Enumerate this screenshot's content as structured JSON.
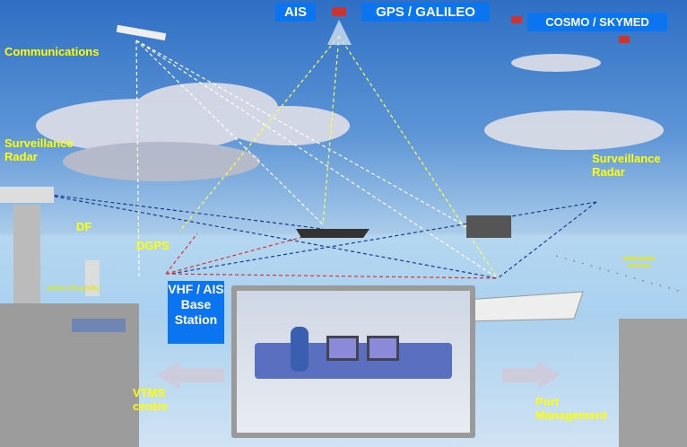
{
  "labels": {
    "ais": "AIS",
    "gps": "GPS / GALILEO",
    "cosmo": "COSMO / SKYMED",
    "communications": "Communications",
    "surv_left": "Surveillance Radar",
    "surv_right": "Surveillance Radar",
    "df": "DF",
    "dgps": "DGPS",
    "meteo": "meteo info-predic.",
    "underwater": "underwater sensors",
    "vhf": "VHF / AIS Base Station",
    "vtms": "VTMS centre",
    "port": "Port Management"
  },
  "colors": {
    "label_yellow": "#ffff00",
    "box_blue": "#0b74f0"
  }
}
